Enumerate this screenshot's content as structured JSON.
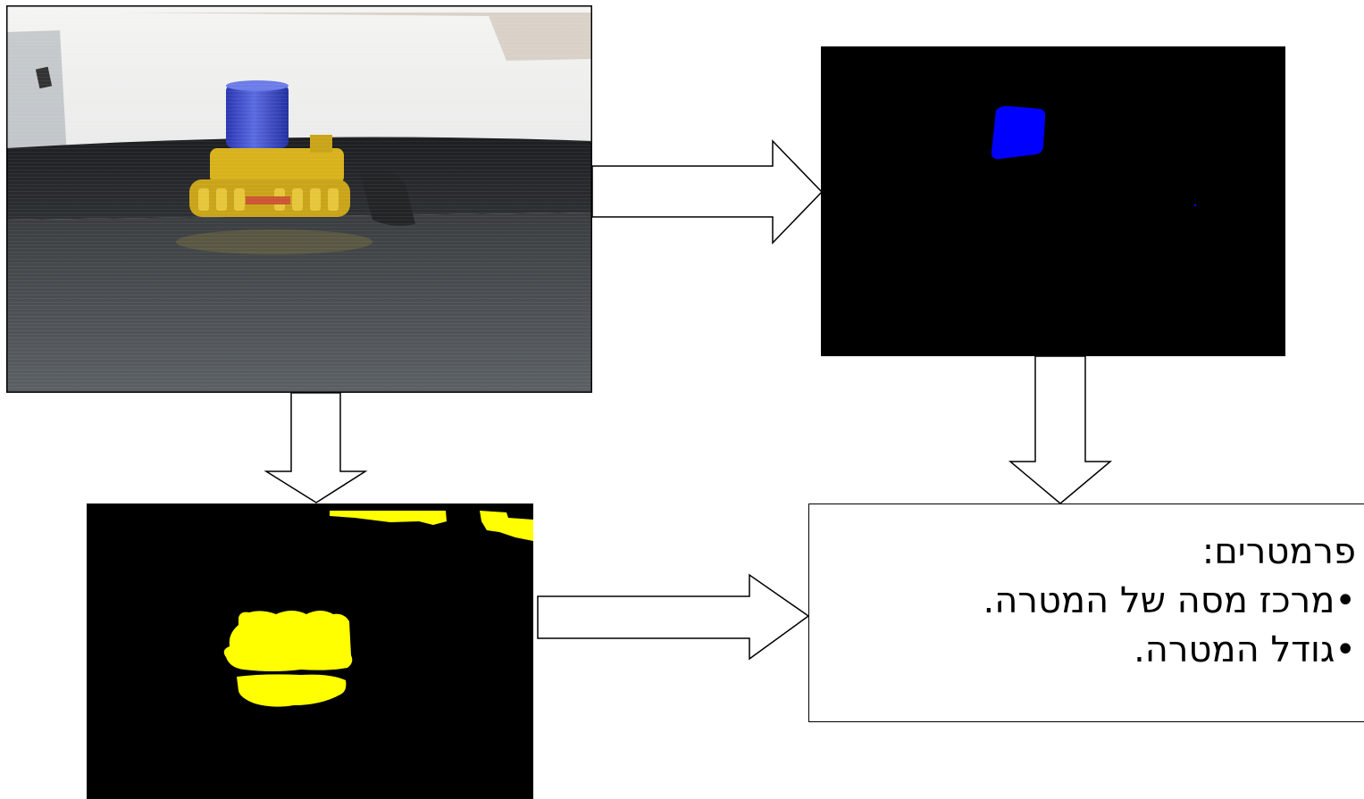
{
  "colors": {
    "mask_background": "#000000",
    "blue_blob": "#0000ff",
    "yellow_blob": "#ffff00",
    "arrow_stroke": "#000000",
    "arrow_fill": "#ffffff"
  },
  "panels": {
    "camera_frame": {
      "subject": "yellow toy bulldozer carrying a blue cylinder"
    },
    "blue_mask": {
      "blob_color": "blue"
    },
    "yellow_mask": {
      "blob_color": "yellow"
    }
  },
  "parameters_box": {
    "title": "פרמטרים:",
    "items": [
      "•מרכז מסה של המטרה.",
      "•גודל המטרה."
    ]
  },
  "arrows": [
    {
      "from": "camera_frame",
      "to": "blue_mask",
      "direction": "right"
    },
    {
      "from": "camera_frame",
      "to": "yellow_mask",
      "direction": "down"
    },
    {
      "from": "blue_mask",
      "to": "parameters_box",
      "direction": "down"
    },
    {
      "from": "yellow_mask",
      "to": "parameters_box",
      "direction": "right"
    }
  ]
}
